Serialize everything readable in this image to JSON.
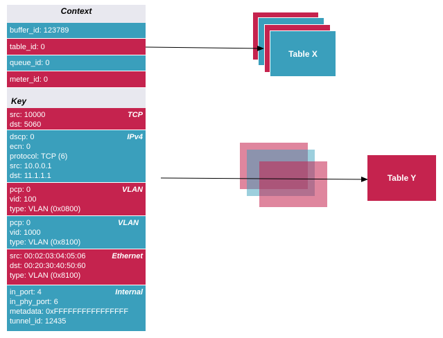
{
  "context": {
    "title": "Context",
    "fields": [
      {
        "text": "buffer_id: 123789"
      },
      {
        "text": "table_id: 0"
      },
      {
        "text": "queue_id: 0"
      },
      {
        "text": "meter_id: 0"
      }
    ]
  },
  "key": {
    "title": "Key",
    "headers": [
      {
        "proto": "TCP",
        "lines": [
          "src: 10000",
          "dst: 5060"
        ]
      },
      {
        "proto": "IPv4",
        "lines": [
          "dscp: 0",
          "ecn: 0",
          "protocol: TCP (6)",
          "src: 10.0.0.1",
          "dst: 11.1.1.1"
        ]
      },
      {
        "proto": "VLAN",
        "lines": [
          "pcp: 0",
          "vid: 100",
          "type: VLAN (0x0800)"
        ]
      },
      {
        "proto": "VLAN",
        "lines": [
          "pcp: 0",
          "vid: 1000",
          "type: VLAN (0x8100)"
        ]
      },
      {
        "proto": "Ethernet",
        "lines": [
          "src: 00:02:03:04:05:06",
          "dst: 00:20:30:40:50:60",
          "type: VLAN (0x8100)"
        ]
      },
      {
        "proto": "Internal",
        "lines": [
          "in_port: 4",
          "in_phy_port: 6",
          "metadata: 0xFFFFFFFFFFFFFFFF",
          "tunnel_id: 12435"
        ]
      }
    ]
  },
  "tables": {
    "table_x": "Table X",
    "table_y": "Table Y"
  },
  "colors": {
    "teal": "#3a9fbc",
    "crimson": "#c5234e",
    "panel": "#e8e8ef"
  }
}
